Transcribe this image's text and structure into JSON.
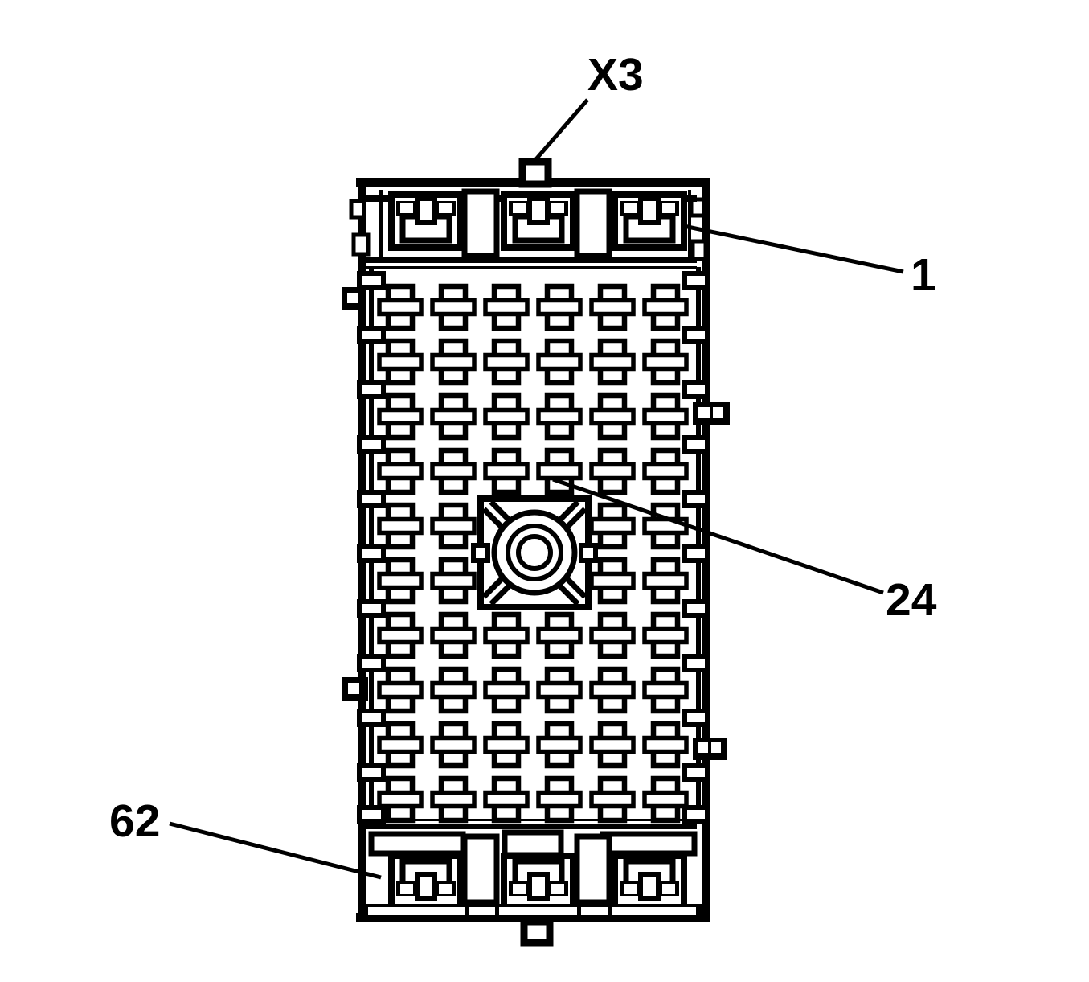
{
  "diagram": {
    "type": "technical-line-drawing",
    "subject": "electrical-connector-face-view",
    "background_color": "#ffffff",
    "line_color": "#000000",
    "callouts": [
      {
        "id": "X3",
        "label": "X3",
        "target": "top-center-index-tab"
      },
      {
        "id": "1",
        "label": "1",
        "target": "connector-body-top-right"
      },
      {
        "id": "24",
        "label": "24",
        "target": "terminal-cavity-row4-col4"
      },
      {
        "id": "62",
        "label": "62",
        "target": "bottom-left-cavity-slot"
      }
    ],
    "terminal_grid": {
      "columns": 6,
      "rows": 10,
      "hidden_cells": [
        [
          3,
          5
        ],
        [
          4,
          5
        ],
        [
          3,
          6
        ],
        [
          4,
          6
        ]
      ]
    },
    "top_cavity_slots": 3,
    "bottom_cavity_slots": 3,
    "center_boss": {
      "concentric_circles": 3
    }
  }
}
